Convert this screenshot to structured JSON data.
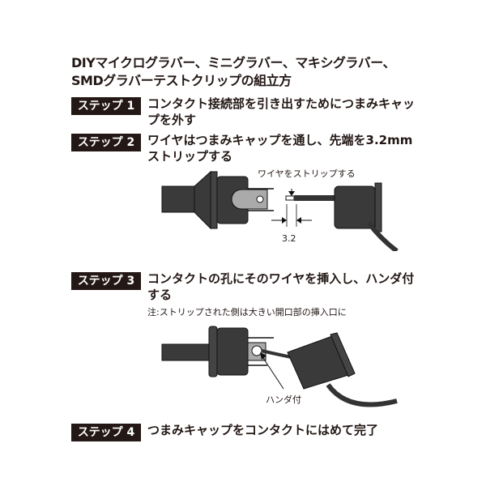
{
  "title": {
    "line1": "DIYマイクログラバー、ミニグラバー、マキシグラバー、",
    "line2": "SMDグラバーテストクリップの組立方"
  },
  "steps": [
    {
      "badge": "ステップ 1",
      "text": "コンタクト接続部を引き出すためにつまみキャップを外す"
    },
    {
      "badge": "ステップ 2",
      "text": "ワイヤはつまみキャップを通し、先端を3.2mmストリップする"
    },
    {
      "badge": "ステップ 3",
      "text": "コンタクトの孔にそのワイヤを挿入し、ハンダ付する",
      "note": "注:ストリップされた側は大きい開口部の挿入口に"
    },
    {
      "badge": "ステップ 4",
      "text": "つまみキャップをコンタクトにはめて完了"
    }
  ],
  "diagram1": {
    "strip_label": "ワイヤをストリップする",
    "dimension": "3.2"
  },
  "diagram2": {
    "solder_label": "ハンダ付"
  }
}
